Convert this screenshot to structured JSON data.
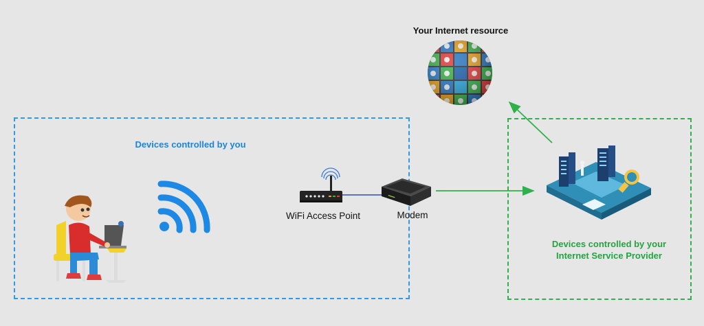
{
  "labels": {
    "internet_resource": "Your Internet resource",
    "devices_you": "Devices controlled by you",
    "wifi_access_point": "WiFi Access Point",
    "modem": "Modem",
    "devices_isp_line1": "Devices controlled by your",
    "devices_isp_line2": "Internet Service Provider"
  },
  "colors": {
    "background": "#e6e6e6",
    "you_boundary": "#2f9be8",
    "isp_boundary": "#2fb04a",
    "wifi_signal": "#1e88e5",
    "arrow": "#2fb04a"
  },
  "icons": {
    "globe": "social-media-globe-icon",
    "wifi": "wifi-signal-icon",
    "router": "wifi-router-icon",
    "modem": "modem-icon",
    "isp": "isp-datacenter-icon",
    "user": "user-at-laptop-icon"
  }
}
